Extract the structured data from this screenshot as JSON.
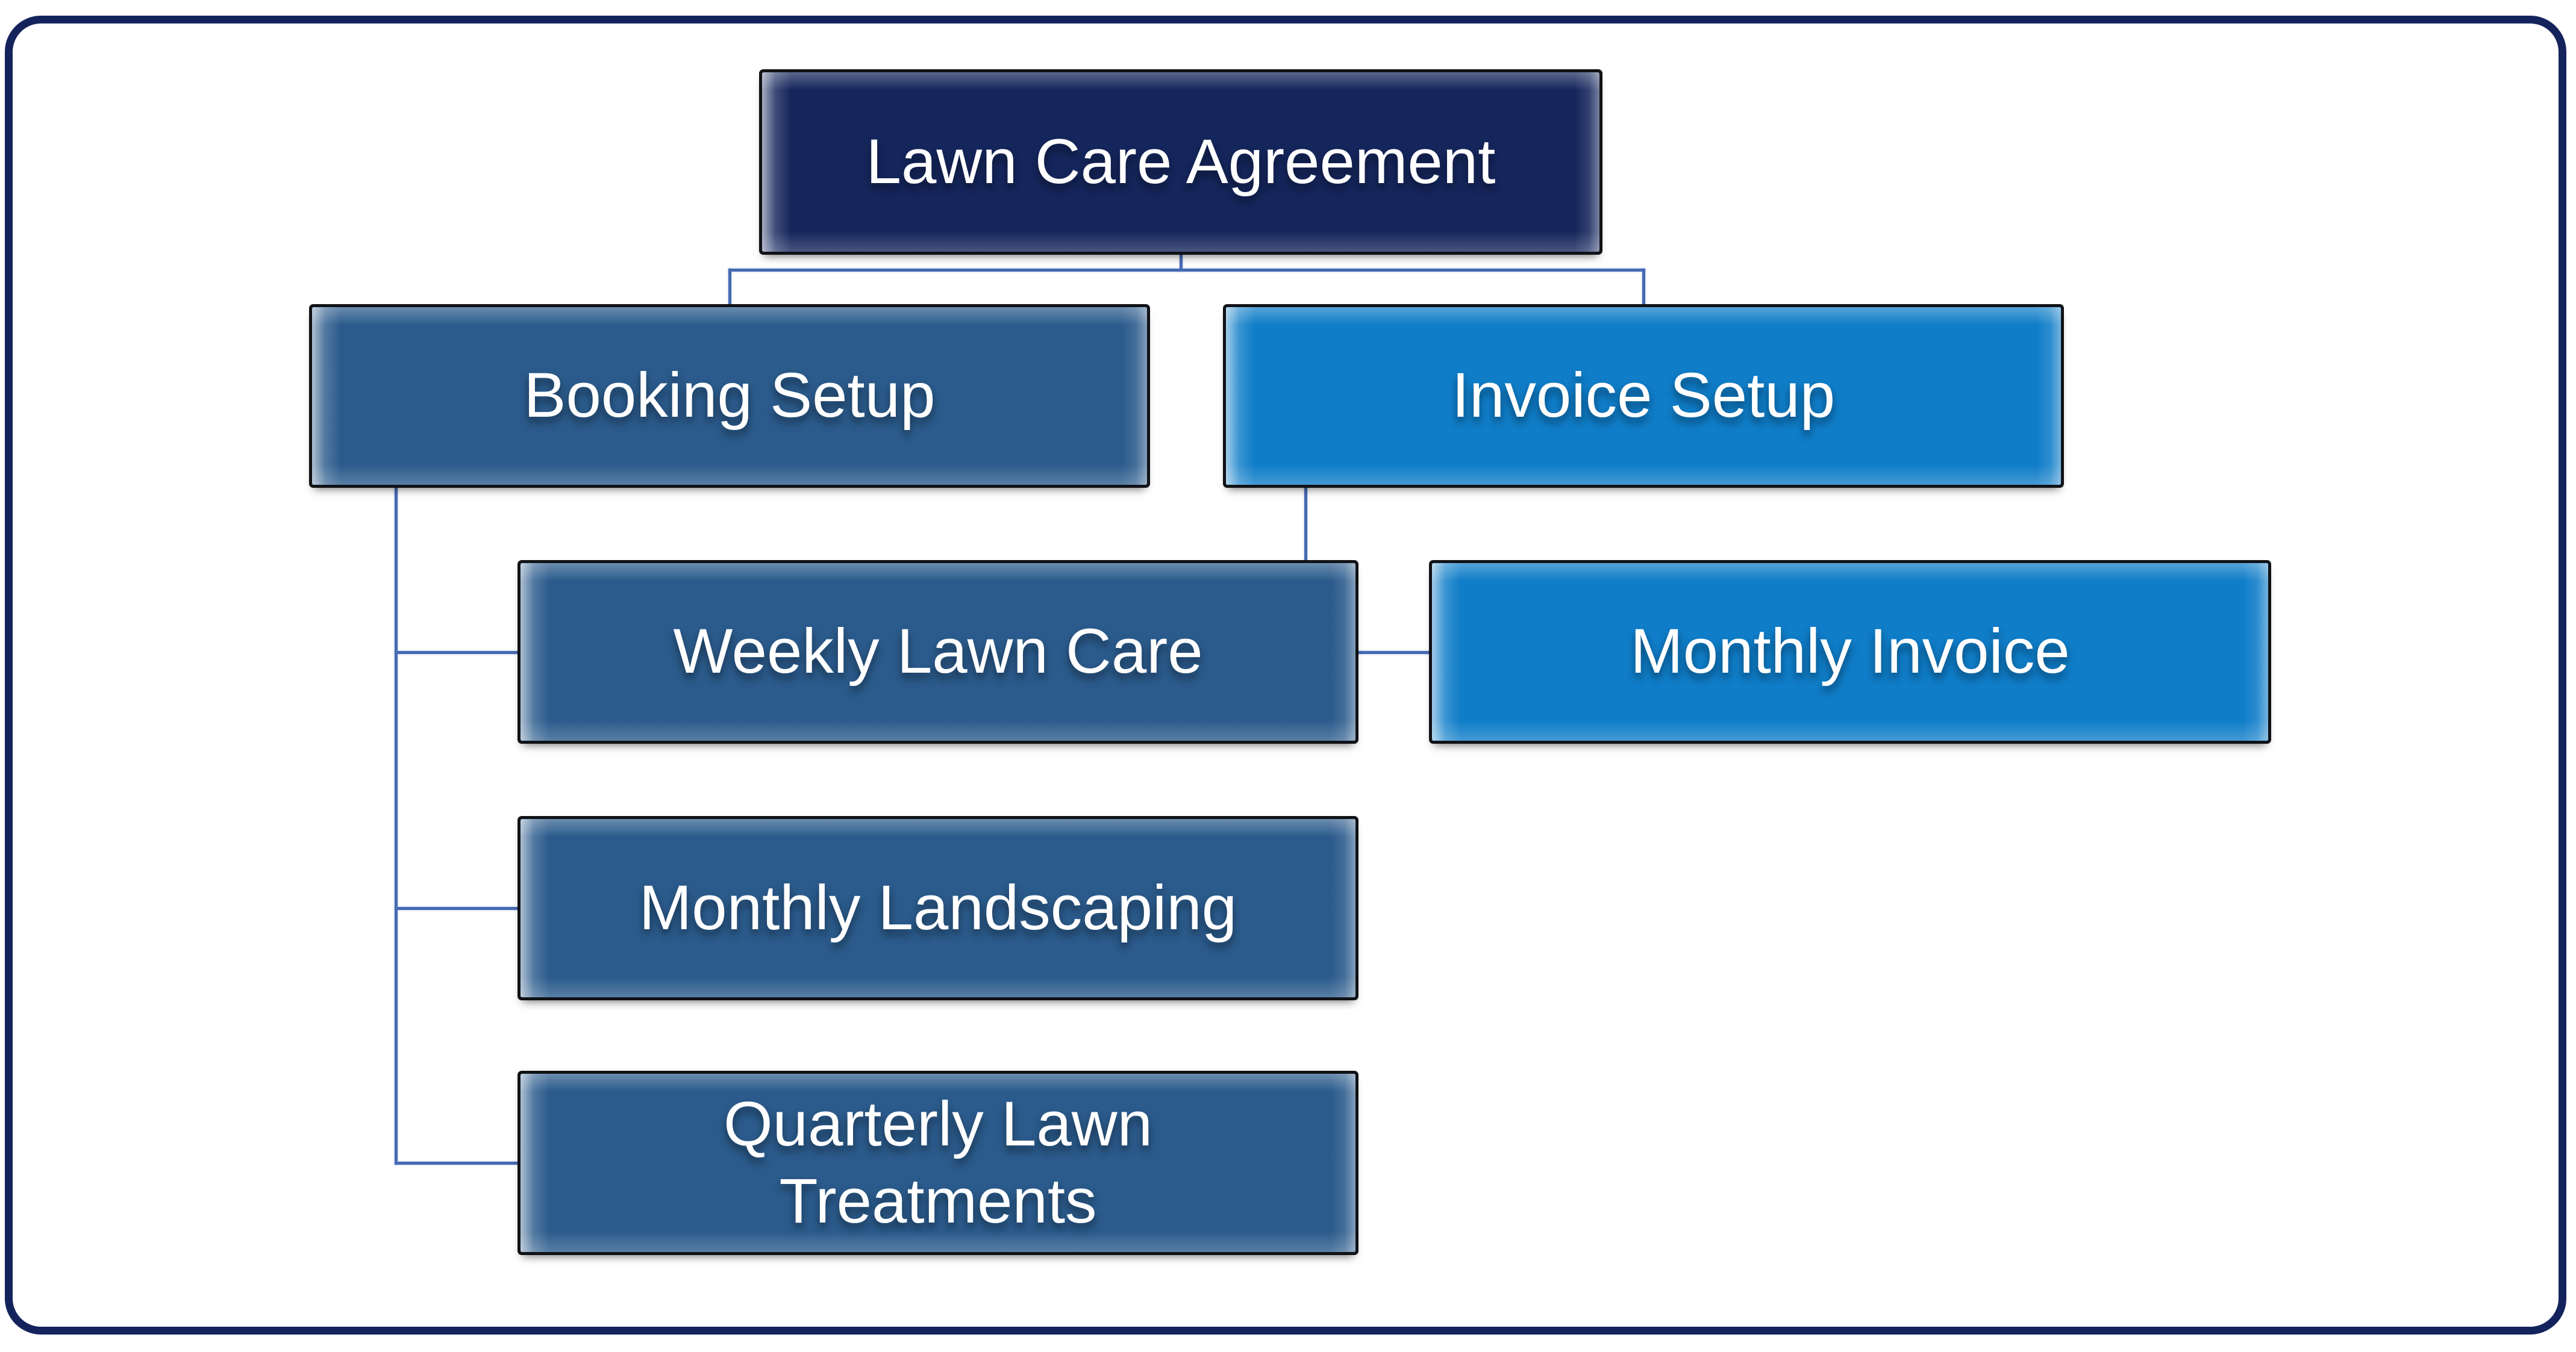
{
  "diagram": {
    "type": "org-chart",
    "title": "Lawn Care Agreement",
    "nodes": [
      {
        "id": "lawn-care-agreement",
        "label": "Lawn Care Agreement",
        "level": 1,
        "fill": "#15265C",
        "text_color": "#FFFFFF"
      },
      {
        "id": "booking-setup",
        "label": "Booking Setup",
        "level": 2,
        "fill": "#2B5B8C",
        "text_color": "#FFFFFF"
      },
      {
        "id": "invoice-setup",
        "label": "Invoice Setup",
        "level": 2,
        "fill": "#0F7DC8",
        "text_color": "#FFFFFF"
      },
      {
        "id": "weekly-lawn-care",
        "label": "Weekly Lawn Care",
        "level": 3,
        "fill": "#2B5B8C",
        "text_color": "#FFFFFF"
      },
      {
        "id": "monthly-invoice",
        "label": "Monthly Invoice",
        "level": 3,
        "fill": "#0F7DC8",
        "text_color": "#FFFFFF"
      },
      {
        "id": "monthly-landscaping",
        "label": "Monthly Landscaping",
        "level": 3,
        "fill": "#2B5B8C",
        "text_color": "#FFFFFF"
      },
      {
        "id": "quarterly-lawn-treatments",
        "label": "Quarterly Lawn Treatments",
        "level": 3,
        "fill": "#2B5B8C",
        "text_color": "#FFFFFF"
      }
    ],
    "edges": [
      {
        "from": "lawn-care-agreement",
        "to": "booking-setup"
      },
      {
        "from": "lawn-care-agreement",
        "to": "invoice-setup"
      },
      {
        "from": "booking-setup",
        "to": "weekly-lawn-care"
      },
      {
        "from": "booking-setup",
        "to": "monthly-landscaping"
      },
      {
        "from": "booking-setup",
        "to": "quarterly-lawn-treatments"
      },
      {
        "from": "invoice-setup",
        "to": "weekly-lawn-care"
      },
      {
        "from": "weekly-lawn-care",
        "to": "monthly-invoice"
      }
    ],
    "colors": {
      "connector": "#4569B3",
      "frame_border": "#14235B",
      "background": "#FFFFFF",
      "node_border": "#101216"
    }
  }
}
